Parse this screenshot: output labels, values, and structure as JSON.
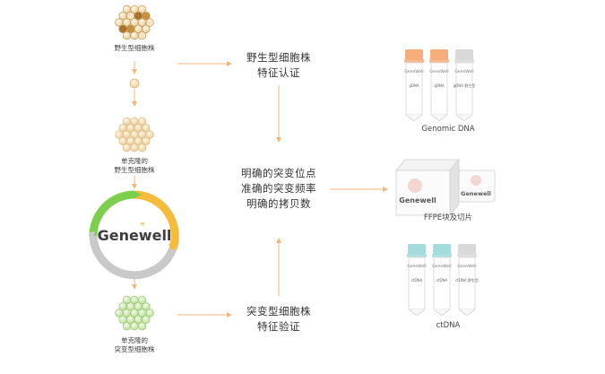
{
  "cells": {
    "wildtype_label": "野生型细胞株",
    "mono_wildtype_line1": "单克隆的",
    "mono_wildtype_line2": "野生型细胞株",
    "mono_mutant_line1": "单克隆的",
    "mono_mutant_line2": "突变型细胞株"
  },
  "logo": {
    "text": "Genewell"
  },
  "center": {
    "wildtype_verify_line1": "野生型细胞株",
    "wildtype_verify_line2": "特征认证",
    "result_line1": "明确的突变位点",
    "result_line2": "准确的突变频率",
    "result_line3": "明确的拷贝数",
    "mutant_verify_line1": "突变型细胞株",
    "mutant_verify_line2": "特征验证"
  },
  "products": {
    "genomic_label": "Genomic DNA",
    "ffpe_label": "FFPE块及切片",
    "ctdna_label": "ctDNA",
    "tube_brand": "GeneWell",
    "genomic_tubes": [
      "gDNA",
      "gDNA",
      "gDNA 野生型"
    ],
    "ctdna_tubes": [
      "ctDNA",
      "ctDNA",
      "ctDNA 野生型"
    ],
    "ffpe_block_brand": "Genewell",
    "ffpe_slide_brand": "Genewell"
  },
  "colors": {
    "arrow": "#f4b678",
    "wildtype_cell": "#f0d9ad",
    "mutant_cell": "#cfe9b0",
    "ring_green": "#7ccf4d",
    "ring_orange": "#f7bb3b",
    "ring_gray": "#c9c9c9",
    "cap_orange": "#f6ae7c",
    "cap_teal": "#a4dcdc",
    "cap_gray": "#d9d9d9"
  }
}
